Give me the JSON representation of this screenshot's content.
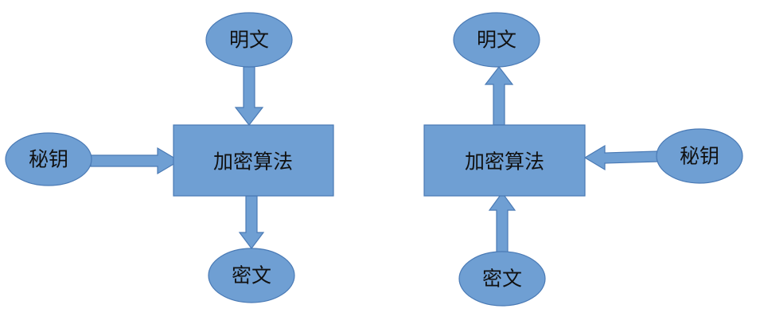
{
  "encryption": {
    "plaintext": "明文",
    "key": "秘钥",
    "algorithm": "加密算法",
    "ciphertext": "密文"
  },
  "decryption": {
    "plaintext": "明文",
    "key": "秘钥",
    "algorithm": "加密算法",
    "ciphertext": "密文"
  },
  "colors": {
    "shape_fill": "#6f9fd3",
    "shape_stroke": "#4a7ab5",
    "text": "#111111"
  }
}
